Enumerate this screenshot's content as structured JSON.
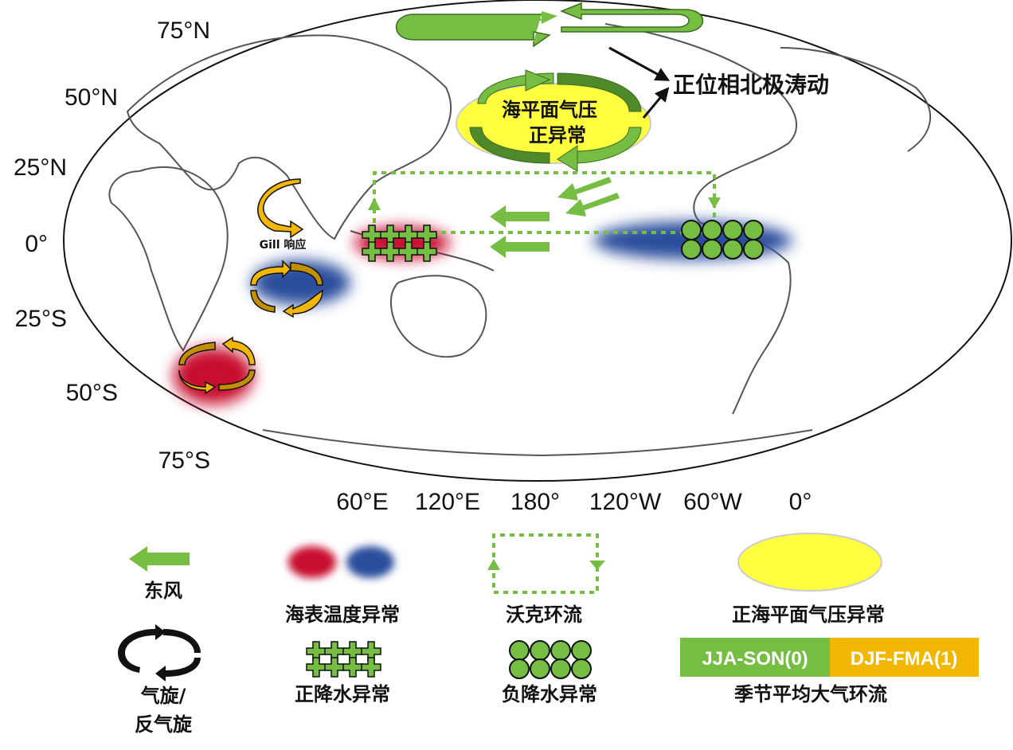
{
  "map": {
    "lat_labels": [
      "75°N",
      "50°N",
      "25°N",
      "0°",
      "25°S",
      "50°S",
      "75°S"
    ],
    "lon_labels": [
      "60°E",
      "120°E",
      "180°",
      "120°W",
      "60°W",
      "0°"
    ],
    "slp_text_line1": "海平面气压",
    "slp_text_line2": "正异常",
    "ao_label": "正位相北极涛动",
    "gill_label": "Gill 响应"
  },
  "legend": {
    "easterly": "东风",
    "sst": "海表温度异常",
    "walker": "沃克环流",
    "slp": "正海平面气压异常",
    "cyclone_line1": "气旋/",
    "cyclone_line2": "反气旋",
    "pos_precip": "正降水异常",
    "neg_precip": "负降水异常",
    "season_a": "JJA-SON(0)",
    "season_b": "DJF-FMA(1)",
    "season_caption": "季节平均大气环流"
  },
  "colors": {
    "green": "#76bd43",
    "dark_green": "#4e8a2a",
    "gold": "#f2b705",
    "dark_gold": "#c28f00",
    "red": "#c8102e",
    "blue": "#2a4d9c",
    "yellow": "#ffff40"
  }
}
